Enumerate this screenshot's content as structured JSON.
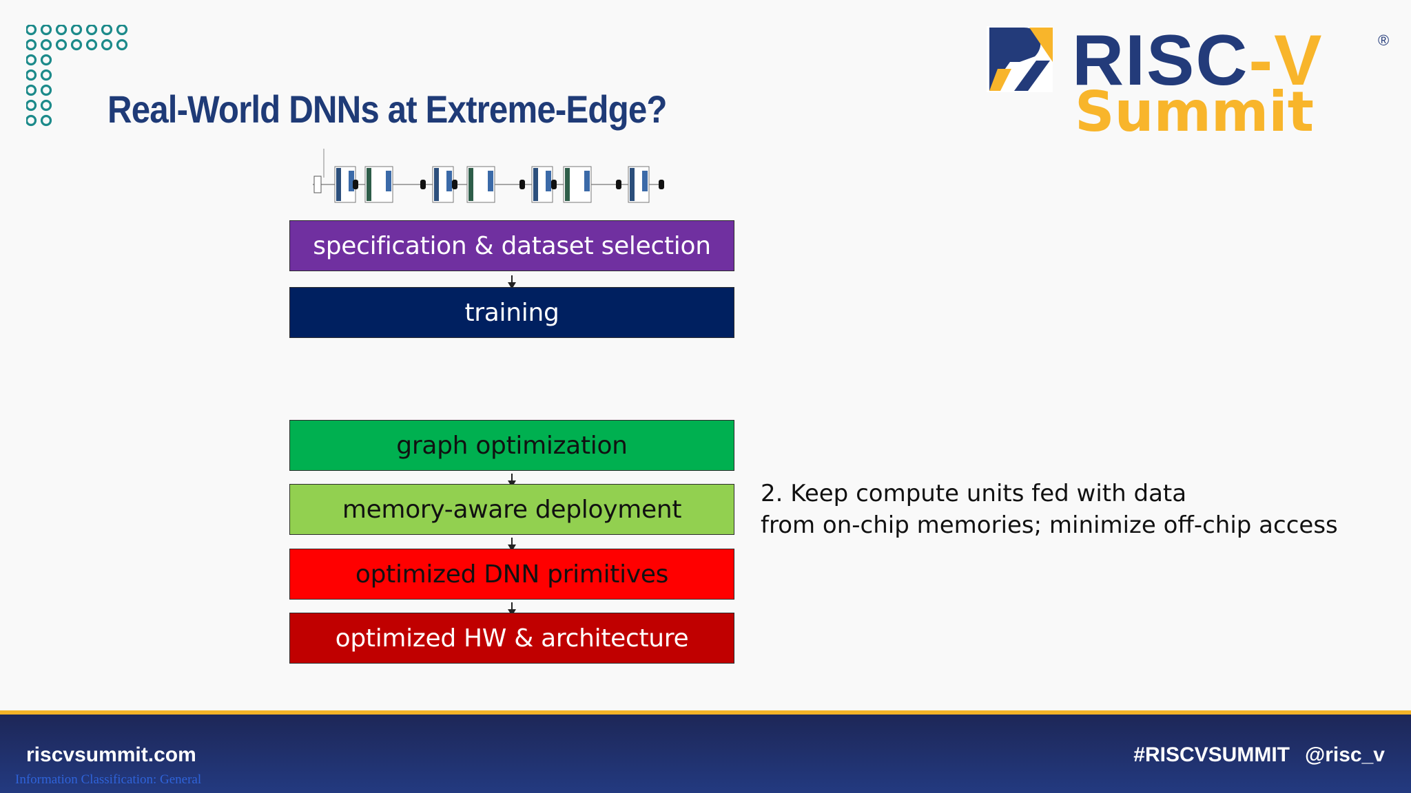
{
  "slide": {
    "title": "Real-World DNNs at Extreme-Edge?",
    "logo": {
      "mark": "RISC-V",
      "registered": "®",
      "subtitle": "Summit",
      "primary_color": "#233b7a",
      "accent_color": "#f8b52b"
    },
    "network_thumbnail_icon": "dnn-network-diagram",
    "flow_top": [
      {
        "label": "specification & dataset selection",
        "bg": "#7030a0",
        "fg": "#ffffff"
      },
      {
        "label": "training",
        "bg": "#002060",
        "fg": "#ffffff"
      }
    ],
    "flow_bottom": [
      {
        "label": "graph optimization",
        "bg": "#00b050",
        "fg": "#111111"
      },
      {
        "label": "memory-aware deployment",
        "bg": "#92d050",
        "fg": "#111111"
      },
      {
        "label": "optimized DNN primitives",
        "bg": "#ff0000",
        "fg": "#111111"
      },
      {
        "label": "optimized HW & architecture",
        "bg": "#c00000",
        "fg": "#ffffff"
      }
    ],
    "annotation": {
      "line1": "2. Keep compute units fed with data",
      "line2": "from on-chip memories; minimize off-chip access"
    }
  },
  "footer": {
    "url": "riscvsummit.com",
    "classification": "Information Classification: General",
    "hashtag": "#RISCVSUMMIT",
    "handle": "@risc_v",
    "stripe_color": "#f3b328",
    "background_color": "#1d2656"
  }
}
